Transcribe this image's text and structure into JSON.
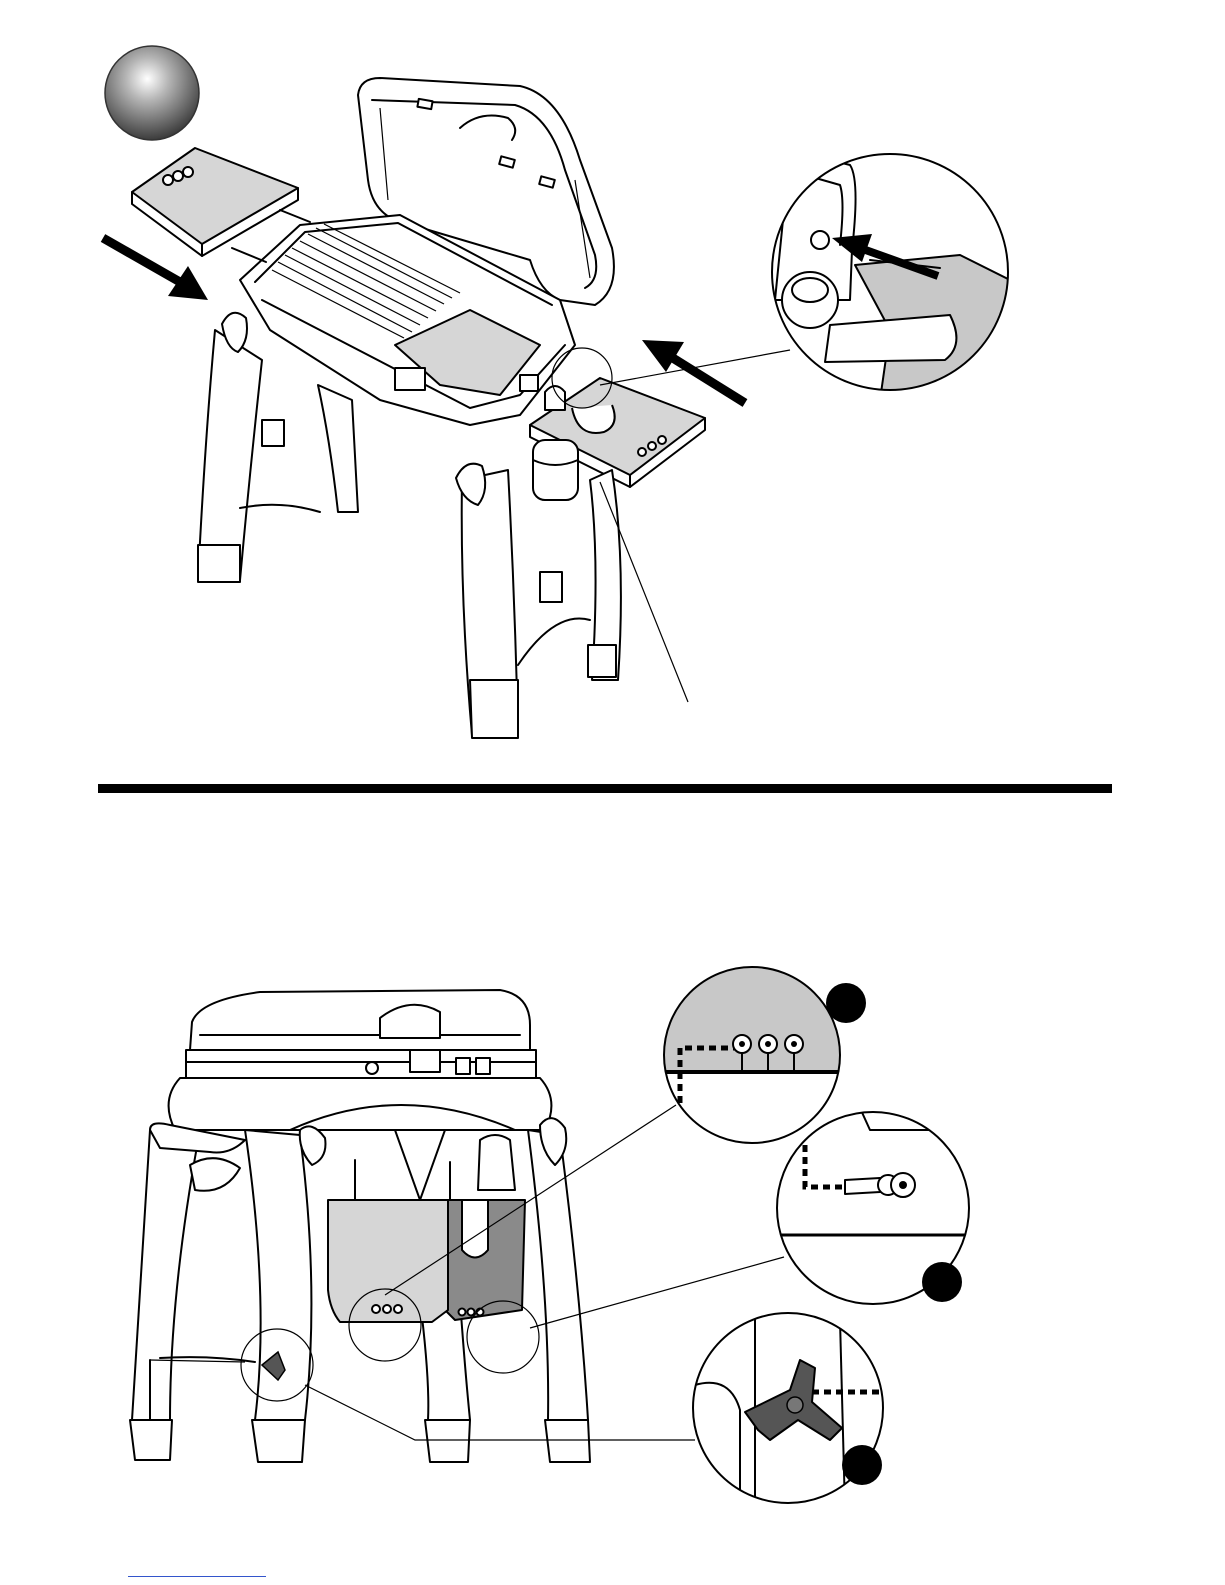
{
  "page": {
    "step_marker_style": "grey-sphere",
    "colors": {
      "ink": "#000000",
      "side_table": "#c8c8c8",
      "bin_front": "#d0d0d0",
      "bin_back": "#8a8a8a",
      "divider": "#000000"
    }
  },
  "top_figure": {
    "parts": [
      "grill-body",
      "open-lid",
      "left-side-table",
      "right-side-table",
      "gas-cylinder",
      "legs",
      "detail-circle"
    ]
  },
  "bottom_figure": {
    "parts": [
      "grill-front",
      "storage-bin",
      "detail-circle-hooks",
      "detail-circle-pin",
      "detail-circle-knob"
    ]
  }
}
